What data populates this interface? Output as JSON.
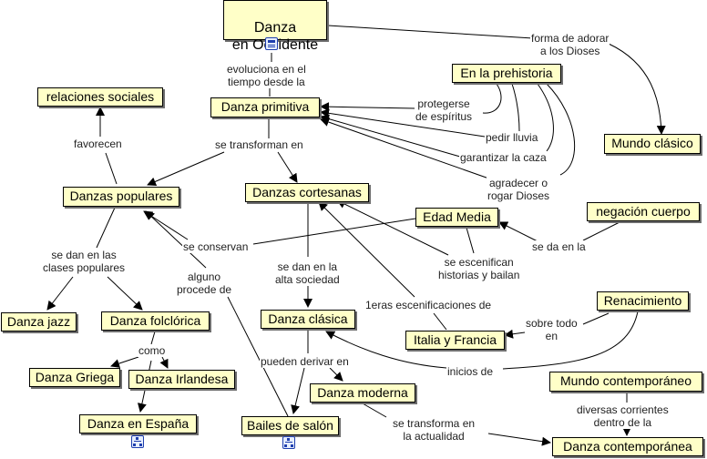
{
  "concepts": {
    "danza_occidente": "Danza\nen Occidente",
    "prehistoria": "En la prehistoria",
    "relaciones": "relaciones sociales",
    "primitiva": "Danza primitiva",
    "clasico": "Mundo clásico",
    "populares": "Danzas populares",
    "cortesanas": "Danzas cortesanas",
    "edad_media": "Edad Media",
    "negacion": "negación cuerpo",
    "renacimiento": "Renacimiento",
    "jazz": "Danza jazz",
    "folclorica": "Danza folclórica",
    "clasica": "Danza clásica",
    "italia": "Italia y Francia",
    "griega": "Danza Griega",
    "irlandesa": "Danza Irlandesa",
    "moderna": "Danza moderna",
    "contemporaneo": "Mundo contemporáneo",
    "espana": "Danza en España",
    "bailes": "Bailes de salón",
    "contemporanea": "Danza contemporánea"
  },
  "links": {
    "adorar": "forma de adorar\na los Dioses",
    "evoluciona": "evoluciona en el\ntiempo desde la",
    "protegerse": "protegerse\nde espíritus",
    "pedir": "pedir lluvia",
    "garantizar": "garantizar la caza",
    "agradecer": "agradecer o\nrogar Dioses",
    "favorecen": "favorecen",
    "transforman": "se transforman en",
    "conservan": "se conservan",
    "escenifican": "se escenifican\nhistorias y bailan",
    "se_da": "se da en la",
    "clases": "se dan en las\nclases populares",
    "alguno": "alguno\nprocede de",
    "alta": "se dan en la\nalta sociedad",
    "primeras": "1eras escenificaciones de",
    "sobre": "sobre todo\nen",
    "como": "como",
    "derivar": "pueden derivar en",
    "inicios": "inicios de",
    "corrientes": "diversas corrientes\ndentro de la",
    "actualidad": "se transforma en\nla actualidad"
  }
}
